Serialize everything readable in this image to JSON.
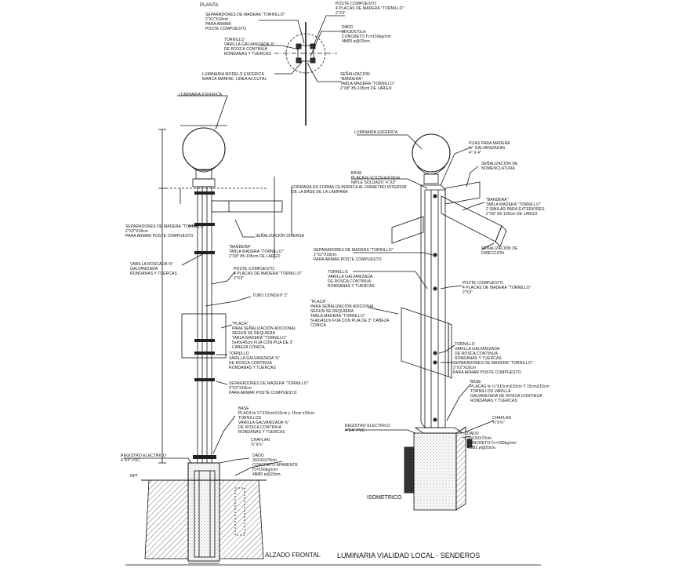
{
  "plan": {
    "title": "PLANTA",
    "separadores": "SEPARADORES DE MADERA \"TORNILLO\"\n2\"X2\"X18cm\nPARA ARMAR\nPOSTE COMPUESTO",
    "tornillo": "TORNILLO\nVARILLA GALVANIZADA ⅜\"\nDE ROSCA CONTINUA\nRONDANAS Y TUERCAS",
    "luminaria": "LUMINARIA MODELO ESFERICA\nMARCA MANHAI, LINEA ACCUTAL",
    "poste": "POSTE COMPUESTO\n4 PLACAS DE MADERA \"TORNILLO\"\n2\"X3\"",
    "dado": "DADO\n30X30X70cm\nCONCRETO f'c=150kg/cm²\n4BØ3 ø@20cm.",
    "senal": "SEÑALIZACIÓN\n\"BANDERA\"\nTABLA MADERA \"TORNILLO\"\n2\"X8\" 85-105cm DE LARGO"
  },
  "front": {
    "luminaria": "LUMINARIA ESFERICA",
    "sep_top": "SEPARADORES DE MADERA \"TORNILLO\"\n2\"X2\"X18cm\nPARA ARMAR POSTE COMPUESTO",
    "senal_diversa": "SEÑALIZACIÓN DIVERSA",
    "bandera": "\"BANDERA\"\nTABLA MADERA \"TORNILLO\"\n2\"X8\" 85-105cm DE LARGO",
    "varilla": "VARILLA ROSCADA ⅜\"\nGALVANIZADA\nRONDANAS Y TUERCAS",
    "poste": "POSTE COMPUESTO\n4 PLACAS DE MADERA \"TORNILLO\"\n2\"X3\"",
    "conduit": "TUBO CONDUIT 2\"",
    "placa": "\"PLACA\"\nPARA SEÑALIZACIÓN ADICIONAL\nSEGÚN SE REQUIERA\nTABLA MADERA \"TORNILLO\"\n5x40x45cm FIJA CON PIJA DE 3\"\nCABEZA CÓNICA",
    "tornillo": "TORNILLO\nVARILLA GALVANIZADA ⅜\"\nDE ROSCA CONTINUA\nRONDANAS Y TUERCAS",
    "sep_low": "SEPARADORES DE MADERA \"TORNILLO\"\n2\"X2\"X18cm\nPARA ARMAR POSTE COMPUESTO",
    "base": "BASE\nPLACA fe ¼\"X15cmX10cm y 15cm.x15cm.\nTORNILLOS\nVARILLA GALVANIZADA ⅜\"\nDE ROSCA CONTINUA\nRONDANAS Y TUERCAS",
    "chaflan": "CHAFLAN\n¾\"X¾\"",
    "registro": "REGISTRO ELECTRICO\n4\"X4\" PVC",
    "dado": "DADO\n30X30X70cm\nCONCRETO APARENTE\nf'c=150kg/cm²\n4BØ3 ø@20cm.",
    "npt": "NPT",
    "caption": "ALZADO FRONTAL"
  },
  "iso": {
    "luminaria": "LUMINARIA ESFERICA",
    "pijas": "PIJAS PARA MADERA\n⅜\" GALVANIZADAS\n4\" X 4\"",
    "base": "BASE\nPLACA fe ¼\"X15cmX10cm\nNIPLE SOLDADO ¾\"X3\"",
    "forma": "FORMADA EN FORMA CILÍNDRICA AL DIÁMETRO INTERIOR\nDE LA BASE DE LA LÁMPARA",
    "nomenclatura": "SEÑALIZACIÓN DE\nNOMENCLATURA",
    "bandera": "\"BANDERA\"\nTABLA MADERA \"TORNILLO\"\n2 SIMILAR PARA EXTERIORES\n2\"X8\" 85-105cm DE LARGO",
    "direccion": "SEÑALIZACIÓN DE\nDIRECCIÓN",
    "sep_top": "SEPARADORES DE MADERA \"TORNILLO\"\n2\"X2\"X18cm.\nPARA ARMAR POSTE COMPUESTO",
    "tornillo_top": "TORNILLO\nVARILLA GALVANIZADA\nDE ROSCA CONTINUA\nRONDANAS Y TUERCAS",
    "poste": "POSTE COMPUESTO\n4 PLACAS DE MADERA \"TORNILLO\"\n2\"X3\"",
    "placa": "\"PLACA\"\nPARA SEÑALIZACIÓN ADICIONAL\nSEGÚN SE REQUIERA\nTABLA MADERA \"TORNILLO\"\n5x40x45cm FIJA CON PIJA DE 3\" CABEZA\nCÓNICA",
    "tornillo_low": "TORNILLO\nVARILLA GALVANIZADA\nDE ROSCA CONTINUA\nRONDANAS Y TUERCAS",
    "sep_low": "SEPARADORES DE MADERA \"TORNILLO\"\n2\"X2\"X18cm\nPARA ARMAR POSTE COMPUESTO",
    "base_low": "BASE\nPLACAS fe ¼\"X15cmX10cm Y 15cmX15cm\nTORNILLOS VARILLA\nGALVANIZADA DE ROSCA CONTINUA\nRONDANAS Y TUERCAS",
    "chaflan": "CHAFLAN\n¾\"X¾\"",
    "registro": "REGISTRO ELECTRICO\n4\"X4\" PVC",
    "dado": "DADO\n30X30X70cm\nCONCRETO f'c=150kg/cm²\n4BØ3 ø@20cm.",
    "caption": "ISOMETRICO"
  },
  "main_title": "LUMINARIA VIALIDAD LOCAL - SENDEROS"
}
